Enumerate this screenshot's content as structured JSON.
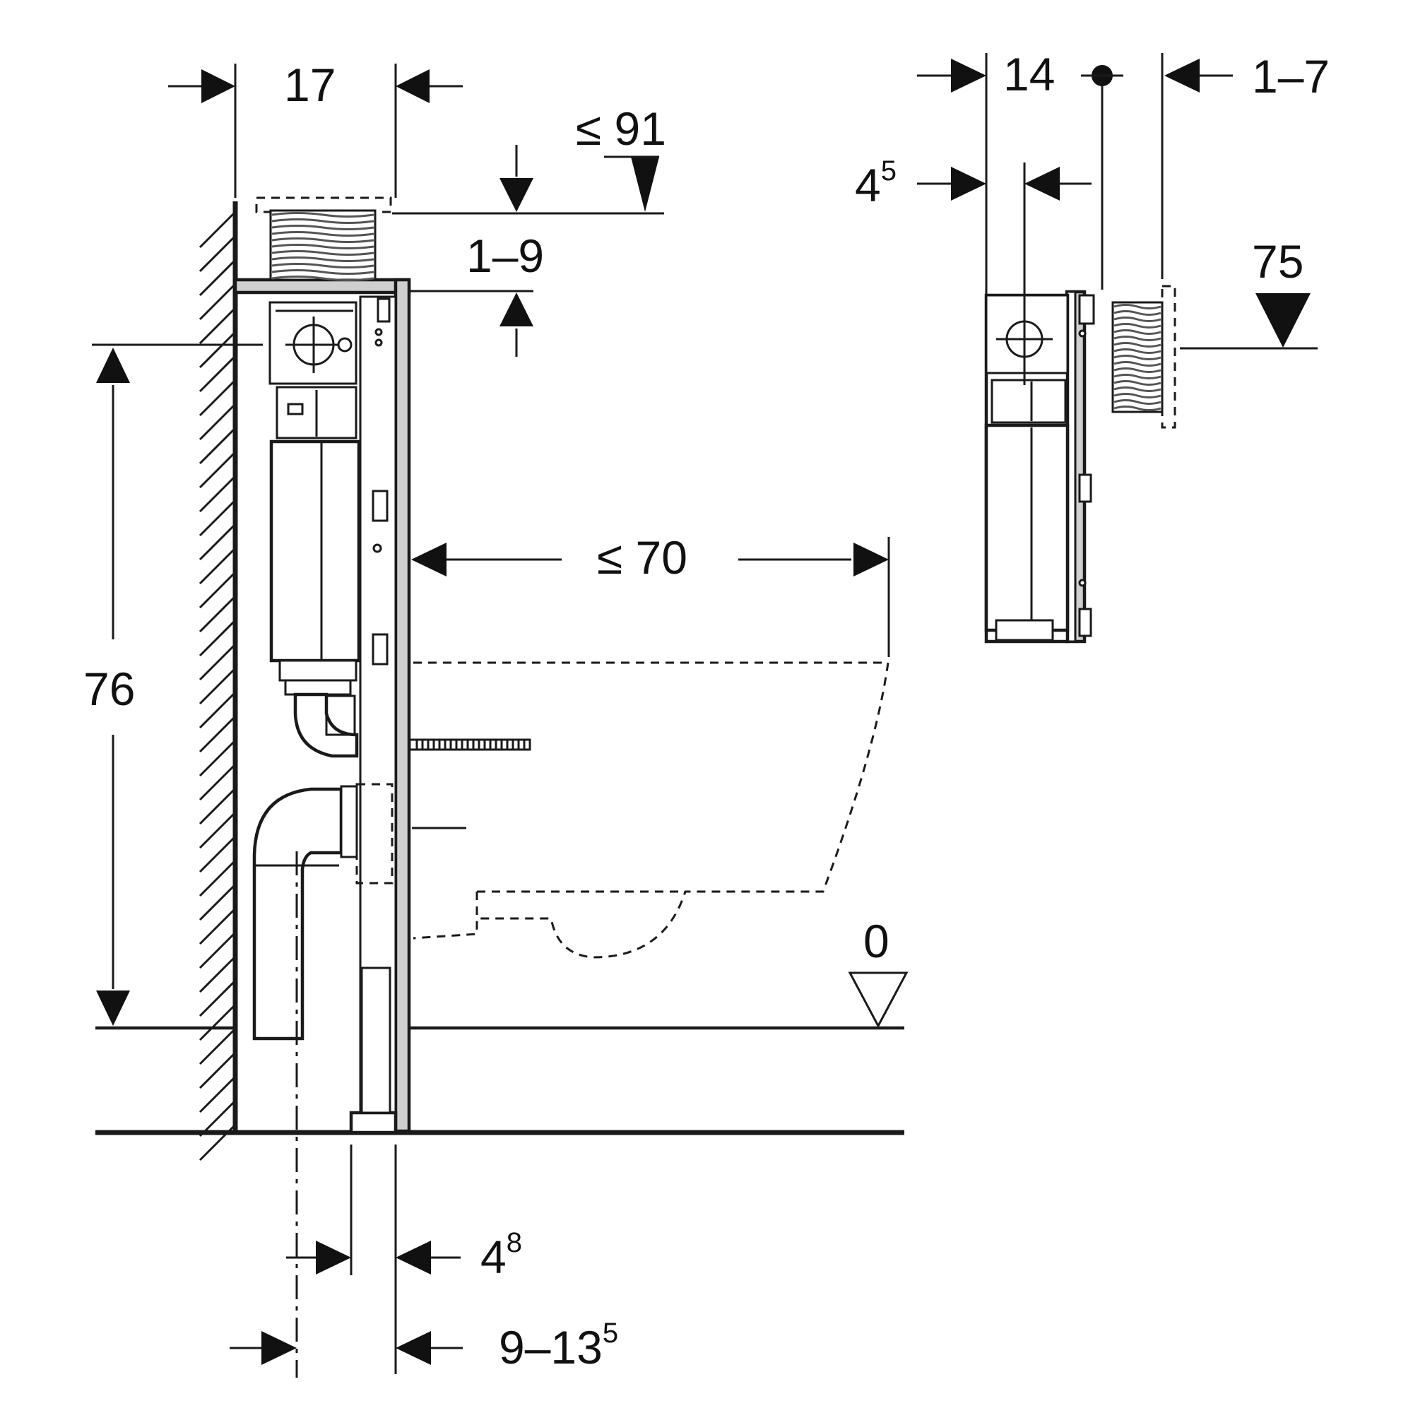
{
  "dimensions": {
    "width_17": "17",
    "max_91": "≤ 91",
    "range_1_9": "1–9",
    "height_76": "76",
    "max_70": "≤ 70",
    "zero_level": "0",
    "d_4_8_base": "4",
    "d_4_8_sup": "8",
    "d_9_13_base": "9–13",
    "d_9_13_sup": "5",
    "side_14": "14",
    "side_1_7": "1–7",
    "side_4_5_base": "4",
    "side_4_5_sup": "5",
    "side_75": "75"
  },
  "colors": {
    "line": "#1a1a1a",
    "frame_fill": "#cfcfcf",
    "background": "#ffffff"
  }
}
